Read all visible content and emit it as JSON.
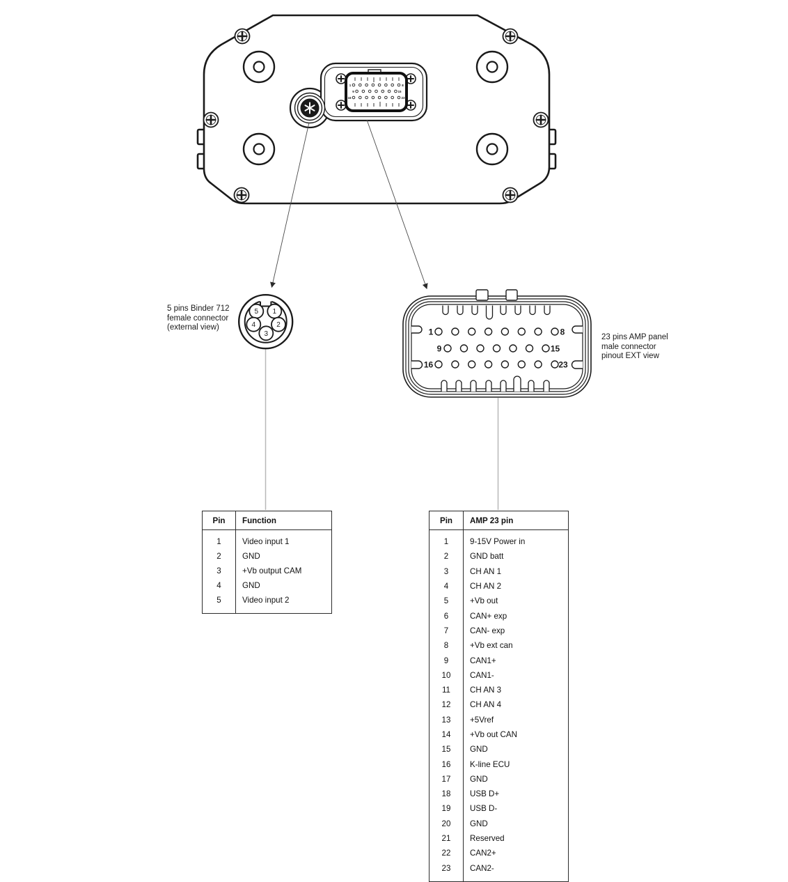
{
  "labels": {
    "binder_label_lines": [
      "5 pins Binder 712",
      "female connector",
      "(external view)"
    ],
    "amp_label_lines": [
      "23 pins AMP panel",
      "male connector",
      "pinout EXT view"
    ]
  },
  "binder_drawing": {
    "pin_top_left": "5",
    "pin_top_right": "1",
    "pin_left": "4",
    "pin_right": "2",
    "pin_bottom": "3"
  },
  "amp_drawing": {
    "row1_start": "1",
    "row1_end": "8",
    "row2_start": "9",
    "row2_end": "15",
    "row3_start": "16",
    "row3_end": "23"
  },
  "binder_table": {
    "headers": [
      "Pin",
      "Function"
    ],
    "rows": [
      {
        "pin": "1",
        "function": "Video input 1"
      },
      {
        "pin": "2",
        "function": "GND"
      },
      {
        "pin": "3",
        "function": "+Vb output CAM"
      },
      {
        "pin": "4",
        "function": "GND"
      },
      {
        "pin": "5",
        "function": "Video input 2"
      }
    ]
  },
  "amp_table": {
    "headers": [
      "Pin",
      "AMP 23 pin"
    ],
    "rows": [
      {
        "pin": "1",
        "function": "9-15V Power in"
      },
      {
        "pin": "2",
        "function": "GND batt"
      },
      {
        "pin": "3",
        "function": "CH AN 1"
      },
      {
        "pin": "4",
        "function": "CH AN 2"
      },
      {
        "pin": "5",
        "function": "+Vb out"
      },
      {
        "pin": "6",
        "function": "CAN+ exp"
      },
      {
        "pin": "7",
        "function": "CAN- exp"
      },
      {
        "pin": "8",
        "function": "+Vb ext can"
      },
      {
        "pin": "9",
        "function": "CAN1+"
      },
      {
        "pin": "10",
        "function": "CAN1-"
      },
      {
        "pin": "11",
        "function": "CH AN 3"
      },
      {
        "pin": "12",
        "function": "CH AN 4"
      },
      {
        "pin": "13",
        "function": "+5Vref"
      },
      {
        "pin": "14",
        "function": "+Vb out CAN"
      },
      {
        "pin": "15",
        "function": "GND"
      },
      {
        "pin": "16",
        "function": "K-line ECU"
      },
      {
        "pin": "17",
        "function": "GND"
      },
      {
        "pin": "18",
        "function": "USB D+"
      },
      {
        "pin": "19",
        "function": "USB D-"
      },
      {
        "pin": "20",
        "function": "GND"
      },
      {
        "pin": "21",
        "function": "Reserved"
      },
      {
        "pin": "22",
        "function": "CAN2+"
      },
      {
        "pin": "23",
        "function": "CAN2-"
      }
    ]
  }
}
